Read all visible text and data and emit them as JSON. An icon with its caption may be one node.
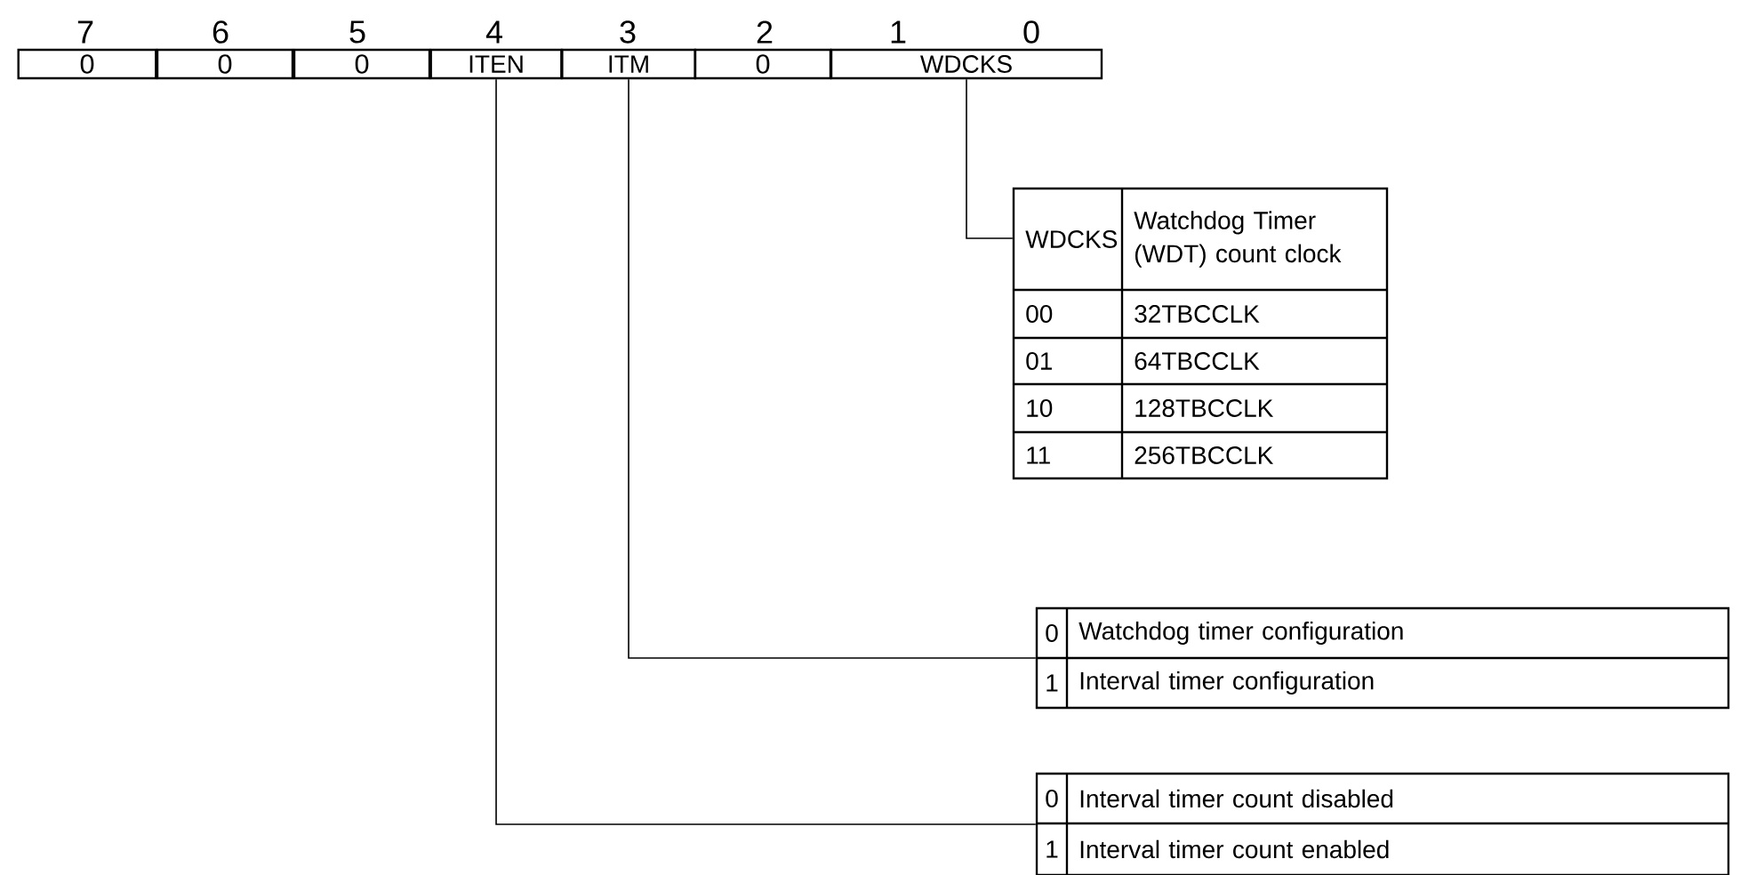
{
  "diagram": {
    "nodes": [
      {
        "text": [
          "0"
        ]
      },
      {
        "text": [
          "0"
        ]
      },
      {
        "text": [
          "0"
        ]
      },
      {
        "text": [
          "ITEN"
        ]
      },
      {
        "text": [
          "ITM"
        ]
      },
      {
        "text": [
          "0"
        ]
      },
      {
        "text": [
          "WDCKS"
        ]
      },
      {
        "text": [
          "WDCKS",
          "Watchdog Timer (WDT) count clock",
          "00",
          "32TBCCLK",
          "01",
          "64TBCCLK",
          "10",
          "128TBCCLK",
          "11",
          "256TBCCLK"
        ]
      },
      {
        "text": [
          "0",
          "Watchdog timer configuration",
          "1",
          "Interval timer configuration"
        ]
      },
      {
        "text": [
          "0",
          "Interval timer count disabled",
          "1",
          "Interval timer count enabled"
        ]
      }
    ],
    "edges": [
      {
        "from": 6,
        "to": 7,
        "arrow": "none"
      },
      {
        "from": 4,
        "to": 8,
        "arrow": "none"
      },
      {
        "from": 3,
        "to": 9,
        "arrow": "none"
      }
    ],
    "labels": [
      "7",
      "6",
      "5",
      "4",
      "3",
      "2",
      "1",
      "0"
    ]
  }
}
